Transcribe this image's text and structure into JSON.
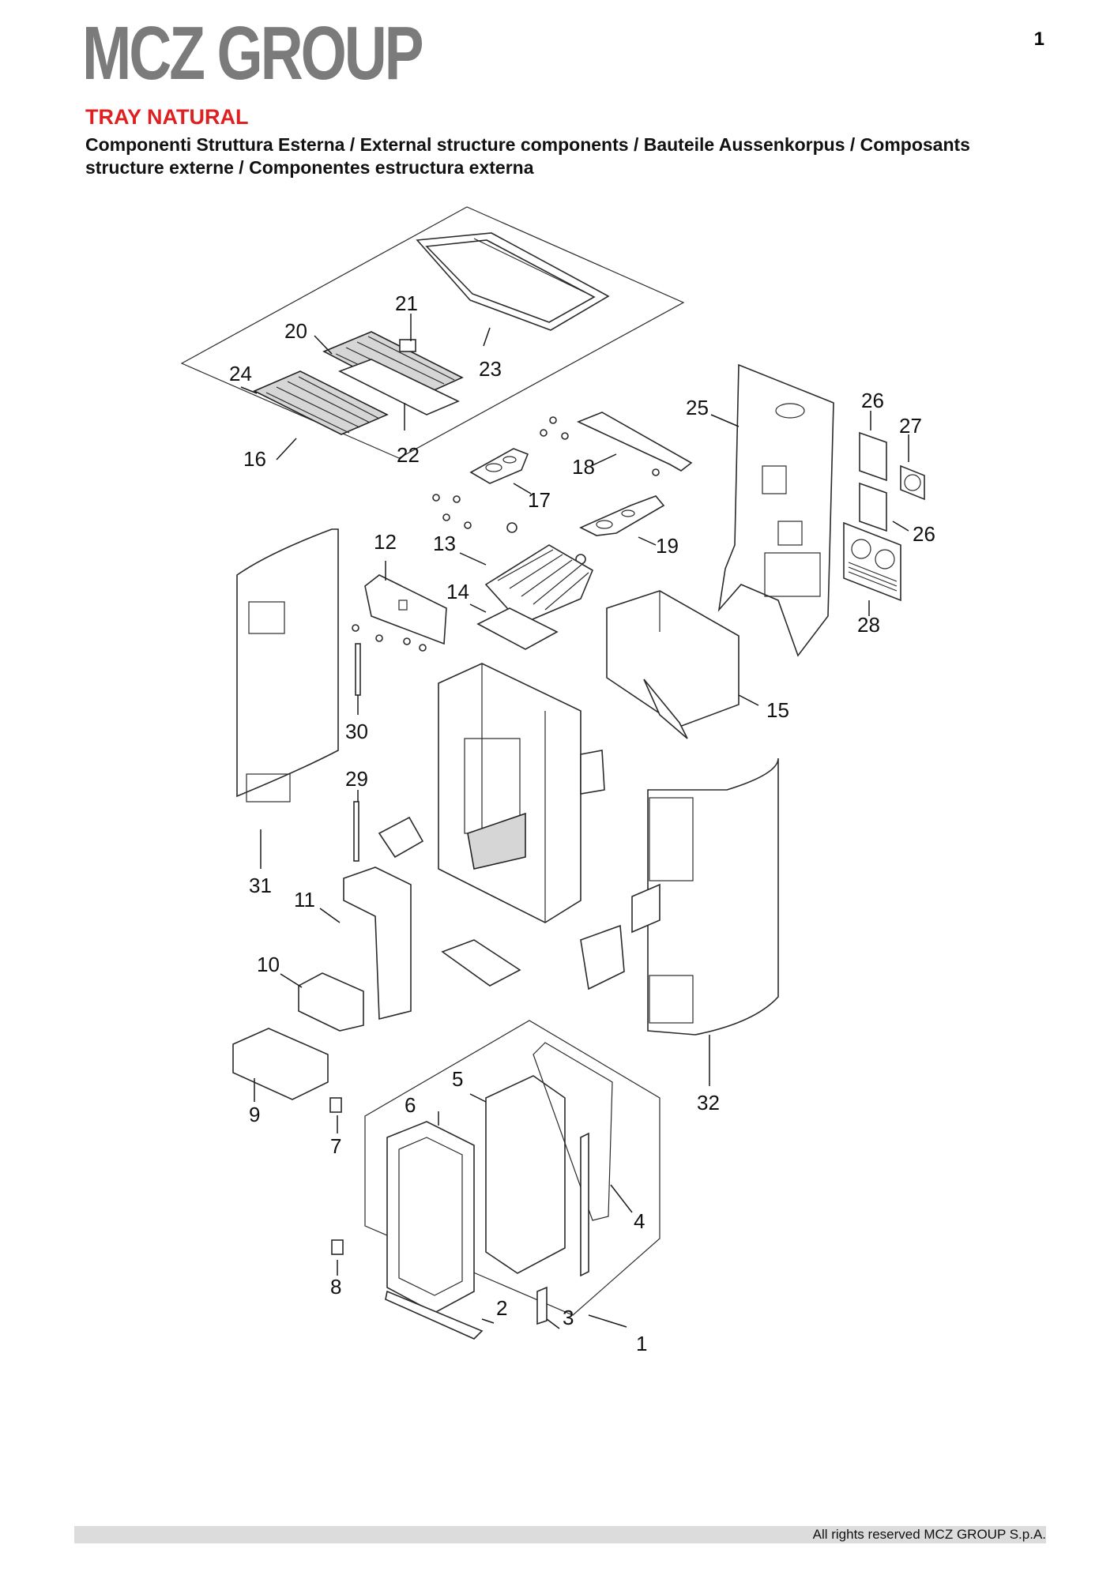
{
  "header": {
    "logo_text": "MCZ GROUP",
    "page_number": "1",
    "title": "TRAY NATURAL",
    "subtitle": "Componenti Struttura Esterna / External structure components / Bauteile Aussenkorpus / Composants structure externe / Componentes estructura externa"
  },
  "callouts": [
    "1",
    "2",
    "3",
    "4",
    "5",
    "6",
    "7",
    "8",
    "9",
    "10",
    "11",
    "12",
    "13",
    "14",
    "15",
    "16",
    "17",
    "18",
    "19",
    "20",
    "21",
    "22",
    "23",
    "24",
    "25",
    "26",
    "26",
    "27",
    "28",
    "29",
    "30",
    "31",
    "32"
  ],
  "footer": {
    "copyright": "All rights reserved MCZ GROUP S.p.A."
  },
  "colors": {
    "title_red": "#e02020",
    "logo_gray": "#7b7b7b"
  }
}
